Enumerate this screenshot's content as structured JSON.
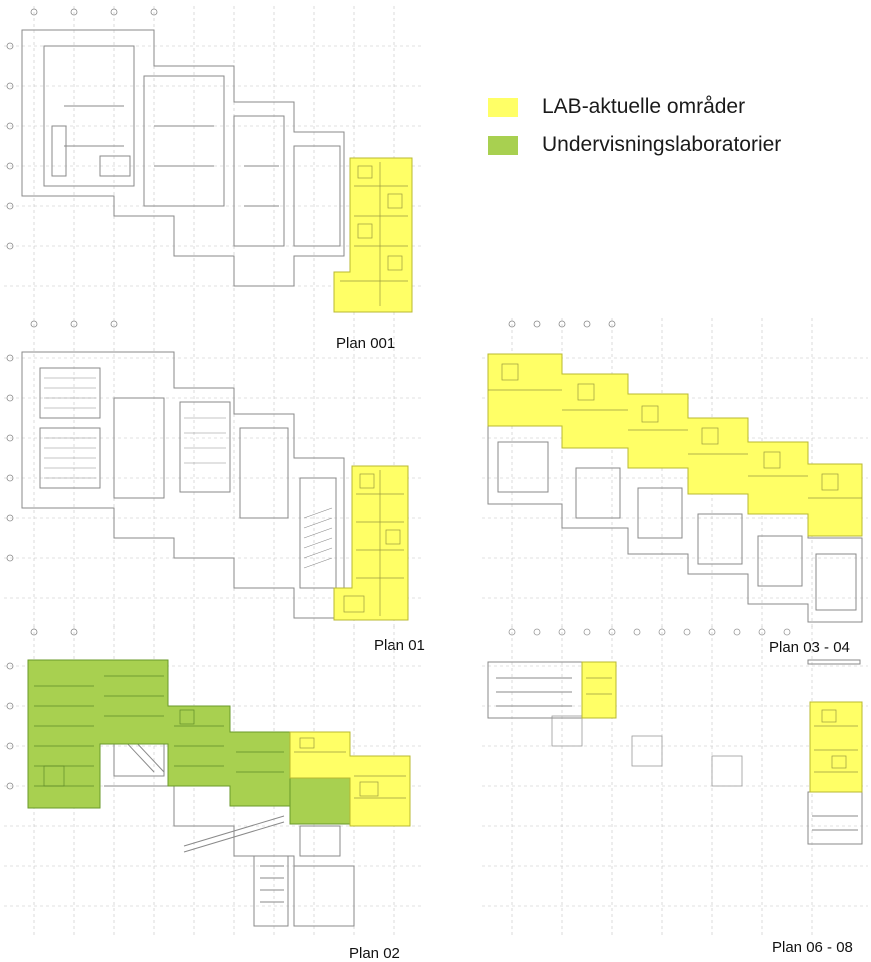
{
  "colors": {
    "lab_areas": "#ffff66",
    "teaching_labs": "#a8d050",
    "linework": "#8a8a8a",
    "grid": "#c4c4c4"
  },
  "legend": [
    {
      "label": "LAB-aktuelle områder",
      "color": "#ffff66"
    },
    {
      "label": "Undervisningslaboratorier",
      "color": "#a8d050"
    }
  ],
  "plans": [
    {
      "label": "Plan 001"
    },
    {
      "label": "Plan 01"
    },
    {
      "label": "Plan 03 - 04"
    },
    {
      "label": "Plan 02"
    },
    {
      "label": "Plan 06 - 08"
    }
  ]
}
